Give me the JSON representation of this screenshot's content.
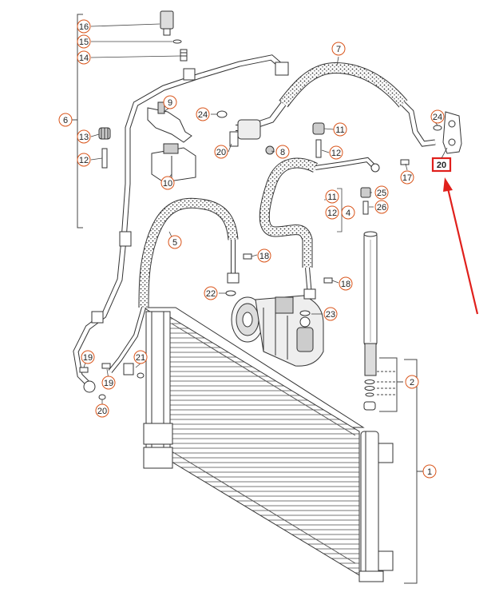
{
  "diagram": {
    "highlight_color": "#e0201c",
    "callout_color": "#d9541a",
    "highlighted_part": "20",
    "callouts": [
      {
        "id": "c16",
        "label": "16"
      },
      {
        "id": "c15",
        "label": "15"
      },
      {
        "id": "c14",
        "label": "14"
      },
      {
        "id": "c6",
        "label": "6"
      },
      {
        "id": "c13",
        "label": "13"
      },
      {
        "id": "c12a",
        "label": "12"
      },
      {
        "id": "c9",
        "label": "9"
      },
      {
        "id": "c24a",
        "label": "24"
      },
      {
        "id": "c20a",
        "label": "20"
      },
      {
        "id": "c8",
        "label": "8"
      },
      {
        "id": "c10",
        "label": "10"
      },
      {
        "id": "c7",
        "label": "7"
      },
      {
        "id": "c11a",
        "label": "11"
      },
      {
        "id": "c12b",
        "label": "12"
      },
      {
        "id": "c24b",
        "label": "24"
      },
      {
        "id": "c17",
        "label": "17"
      },
      {
        "id": "c11b",
        "label": "11"
      },
      {
        "id": "c12c",
        "label": "12"
      },
      {
        "id": "c4",
        "label": "4"
      },
      {
        "id": "c25",
        "label": "25"
      },
      {
        "id": "c26",
        "label": "26"
      },
      {
        "id": "c5",
        "label": "5"
      },
      {
        "id": "c18a",
        "label": "18"
      },
      {
        "id": "c18b",
        "label": "18"
      },
      {
        "id": "c22",
        "label": "22"
      },
      {
        "id": "c23",
        "label": "23"
      },
      {
        "id": "c19a",
        "label": "19"
      },
      {
        "id": "c19b",
        "label": "19"
      },
      {
        "id": "c21",
        "label": "21"
      },
      {
        "id": "c20b",
        "label": "20"
      },
      {
        "id": "c2",
        "label": "2"
      },
      {
        "id": "c1",
        "label": "1"
      }
    ]
  }
}
